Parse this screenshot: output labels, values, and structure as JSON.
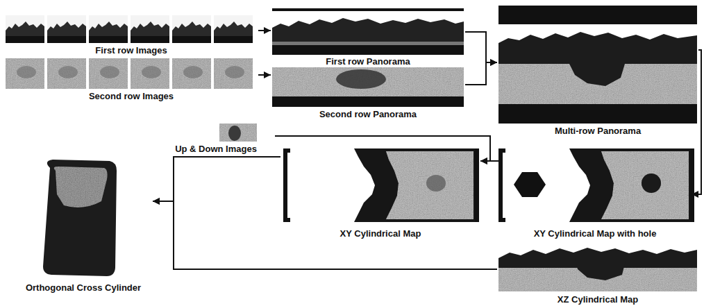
{
  "diagram": {
    "nodes": [
      {
        "text": [
          "First row Images"
        ]
      },
      {
        "text": [
          "First row Panorama"
        ]
      },
      {
        "text": [
          "Multi-row Panorama"
        ]
      },
      {
        "text": [
          "Second row Images"
        ]
      },
      {
        "text": [
          "Second row Panorama"
        ]
      },
      {
        "text": [
          "Up & Down Images"
        ]
      },
      {
        "text": [
          "XY Cylindrical Map"
        ]
      },
      {
        "text": [
          "XY Cylindrical Map with hole"
        ]
      },
      {
        "text": [
          "Orthogonal Cross Cylinder"
        ]
      },
      {
        "text": [
          "XZ Cylindrical Map"
        ]
      }
    ],
    "edges": [
      {
        "from": 0,
        "to": 1,
        "arrow": "to"
      },
      {
        "from": 1,
        "to": 2,
        "arrow": "to"
      },
      {
        "from": 4,
        "to": 2,
        "arrow": "to"
      },
      {
        "from": 3,
        "to": 4,
        "arrow": "to"
      },
      {
        "from": 2,
        "to": 7,
        "arrow": "to"
      },
      {
        "from": 5,
        "to": 6,
        "arrow": "to"
      },
      {
        "from": 7,
        "to": 6,
        "arrow": "to"
      },
      {
        "from": 6,
        "to": 8,
        "arrow": "to"
      },
      {
        "from": 9,
        "to": 8,
        "arrow": "to"
      }
    ]
  }
}
